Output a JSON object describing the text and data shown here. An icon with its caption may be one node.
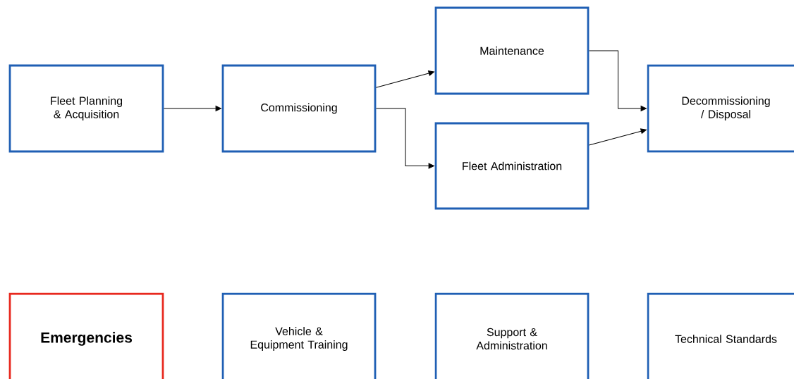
{
  "diagram": {
    "nodes": [
      {
        "text": [
          "Fleet Planning & Acquisition"
        ]
      },
      {
        "text": [
          "Commissioning"
        ]
      },
      {
        "text": [
          "Maintenance"
        ]
      },
      {
        "text": [
          "Fleet Administration"
        ]
      },
      {
        "text": [
          "Decommissioning / Disposal"
        ]
      },
      {
        "text": [
          "Emergencies"
        ]
      },
      {
        "text": [
          "Vehicle & Equipment Training"
        ]
      },
      {
        "text": [
          "Support & Administration"
        ]
      },
      {
        "text": [
          "Technical Standards"
        ]
      }
    ],
    "edges": [
      {
        "from": 0,
        "to": 1,
        "arrow": "to"
      },
      {
        "from": 1,
        "to": 2,
        "arrow": "to"
      },
      {
        "from": 1,
        "to": 3,
        "arrow": "to"
      },
      {
        "from": 2,
        "to": 4,
        "arrow": "to"
      },
      {
        "from": 3,
        "to": 4,
        "arrow": "to"
      }
    ]
  }
}
